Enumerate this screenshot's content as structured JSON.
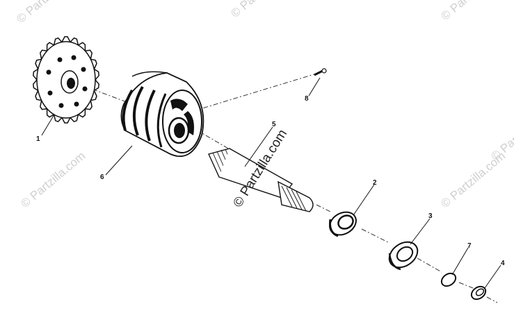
{
  "watermark": {
    "text": "© Partzilla.com"
  },
  "callouts": [
    {
      "id": "1",
      "label": "1",
      "part": "sprocket"
    },
    {
      "id": "2",
      "label": "2",
      "part": "bearing"
    },
    {
      "id": "3",
      "label": "3",
      "part": "seal"
    },
    {
      "id": "4",
      "label": "4",
      "part": "collar"
    },
    {
      "id": "5",
      "label": "5",
      "part": "shaft"
    },
    {
      "id": "6",
      "label": "6",
      "part": "clutch-drum"
    },
    {
      "id": "7",
      "label": "7",
      "part": "snap-ring"
    },
    {
      "id": "8",
      "label": "8",
      "part": "pin"
    }
  ],
  "colors": {
    "ink": "#111111",
    "watermark_light": "#d0d0d0",
    "watermark_dark": "#222222",
    "background": "#ffffff"
  }
}
